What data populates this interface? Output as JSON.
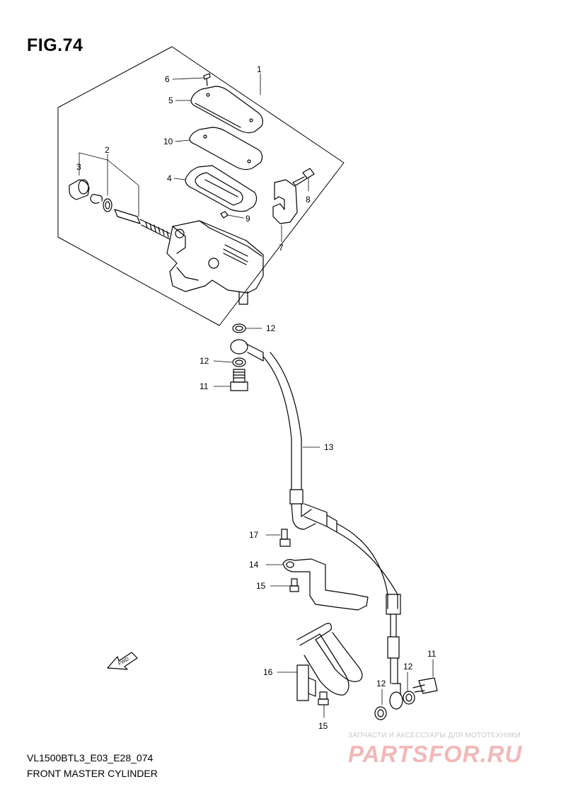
{
  "figure": {
    "title": "FIG.74",
    "model_code": "VL1500BTL3_E03_E28_074",
    "caption": "FRONT MASTER CYLINDER"
  },
  "callouts": {
    "c1": "1",
    "c2": "2",
    "c3": "3",
    "c4": "4",
    "c5": "5",
    "c6": "6",
    "c7": "7",
    "c8": "8",
    "c9": "9",
    "c10": "10",
    "c11a": "11",
    "c11b": "11",
    "c12a": "12",
    "c12b": "12",
    "c12c": "12",
    "c12d": "12",
    "c13": "13",
    "c14": "14",
    "c15a": "15",
    "c15b": "15",
    "c16": "16",
    "c17": "17"
  },
  "direction_arrow": {
    "label": "FWD"
  },
  "watermark": {
    "tagline": "ЗАПЧАСТИ И АКСЕССУАРЫ ДЛЯ МОТОТЕХНИКИ",
    "brand": "PARTSFOR.RU"
  }
}
